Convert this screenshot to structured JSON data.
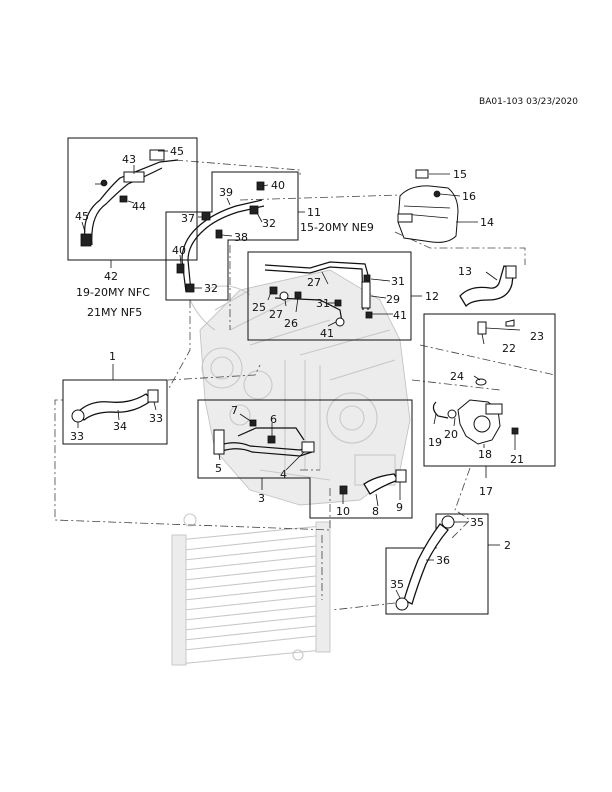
{
  "header": {
    "doc_ref": "BA01-103 03/23/2020"
  },
  "groups": {
    "g42_caption_line1": "19-20MY NFC",
    "g42_caption_line2": "21MY NF5",
    "g11_caption": "15-20MY NE9"
  },
  "callouts": {
    "c1": "1",
    "c2": "2",
    "c3": "3",
    "c4": "4",
    "c5": "5",
    "c6": "6",
    "c7": "7",
    "c8": "8",
    "c9": "9",
    "c10": "10",
    "c11": "11",
    "c12": "12",
    "c13": "13",
    "c14": "14",
    "c15": "15",
    "c16": "16",
    "c17": "17",
    "c18": "18",
    "c19": "19",
    "c20": "20",
    "c21": "21",
    "c22": "22",
    "c23": "23",
    "c24": "24",
    "c25": "25",
    "c26": "26",
    "c27a": "27",
    "c27b": "27",
    "c29": "29",
    "c31a": "31",
    "c31b": "31",
    "c32a": "32",
    "c32b": "32",
    "c33a": "33",
    "c33b": "33",
    "c34": "34",
    "c35a": "35",
    "c35b": "35",
    "c36": "36",
    "c37": "37",
    "c38": "38",
    "c39": "39",
    "c40a": "40",
    "c40b": "40",
    "c41a": "41",
    "c41b": "41",
    "c42": "42",
    "c43": "43",
    "c44": "44",
    "c45a": "45",
    "c45b": "45"
  },
  "icons": {
    "reservoir": "coolant-reservoir-icon",
    "radiator": "radiator-icon",
    "engine": "engine-block-icon"
  }
}
